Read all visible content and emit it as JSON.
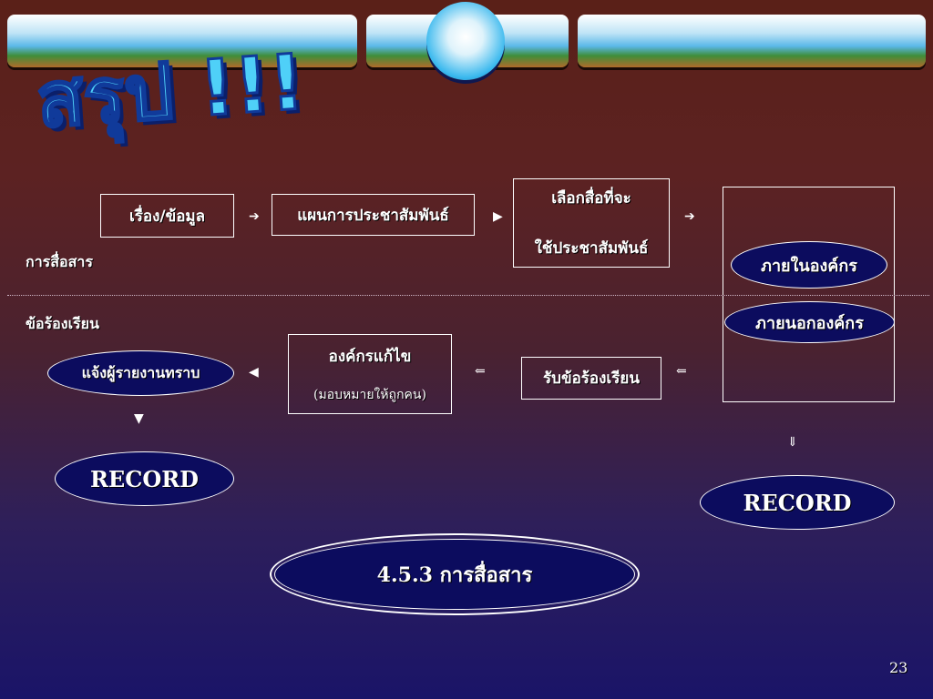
{
  "title": "สรุป !!!",
  "flow_top": {
    "box1": "เรื่อง/ข้อมูล",
    "box2": "แผนการประชาสัมพันธ์",
    "box3_line1": "เลือกสื่อที่จะ",
    "box3_line2": "ใช้ประชาสัมพันธ์"
  },
  "side_labels": {
    "communication": "การสื่อสาร",
    "complaint": "ข้อร้องเรียน"
  },
  "targets": {
    "internal": "ภายในองค์กร",
    "external": "ภายนอกองค์กร"
  },
  "flow_bottom": {
    "receive": "รับข้อร้องเรียน",
    "org_fix": "องค์กรแก้ไข",
    "org_fix_note": "(มอบหมายให้ถูกคน)",
    "notify": "แจ้งผู้รายงานทราบ"
  },
  "record_left": "RECORD",
  "record_right": "RECORD",
  "section": "4.5.3 การสื่อสาร",
  "page_number": "23"
}
